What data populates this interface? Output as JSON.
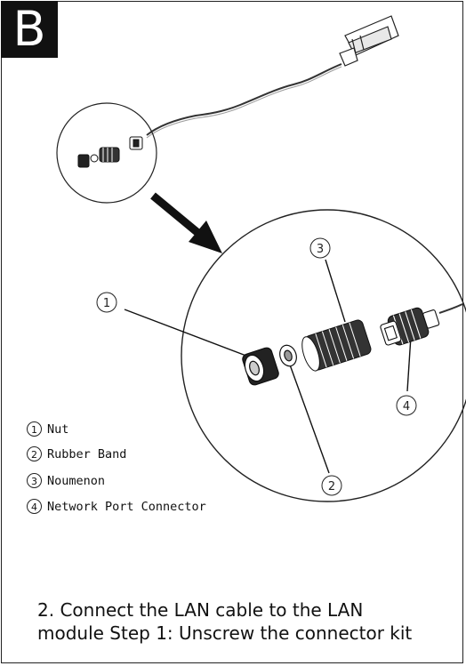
{
  "step_letter": "B",
  "callouts": [
    {
      "number": "1"
    },
    {
      "number": "2"
    },
    {
      "number": "3"
    },
    {
      "number": "4"
    }
  ],
  "legend": [
    {
      "number": "1",
      "label": "Nut"
    },
    {
      "number": "2",
      "label": "Rubber Band"
    },
    {
      "number": "3",
      "label": "Noumenon"
    },
    {
      "number": "4",
      "label": "Network Port Connector"
    }
  ],
  "caption": {
    "line1": "2. Connect the LAN cable to the LAN",
    "line2": "module Step 1: Unscrew the connector kit"
  }
}
